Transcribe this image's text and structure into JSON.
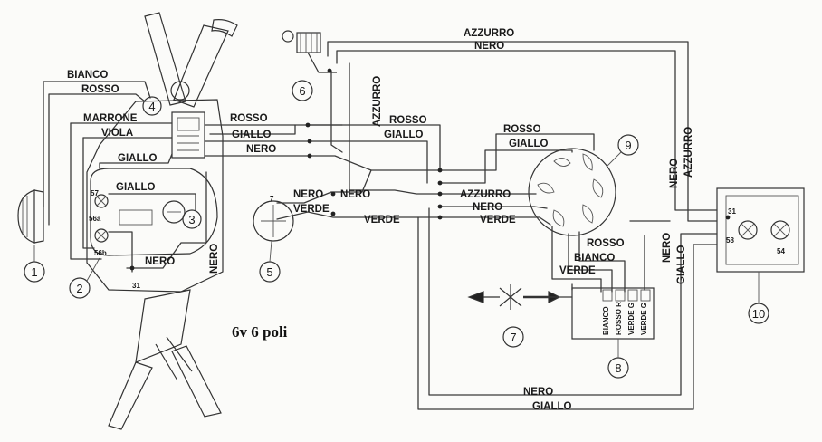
{
  "diagram": {
    "title": "6v 6 poli",
    "wire_labels": {
      "bianco": "BIANCO",
      "rosso": "ROSSO",
      "marrone": "MARRONE",
      "viola": "VIOLA",
      "giallo": "GIALLO",
      "nero": "NERO",
      "verde": "VERDE",
      "azzurro": "AZZURRO"
    },
    "terminals": {
      "t57": "57",
      "t56a": "56a",
      "t56b": "56b",
      "t31": "31",
      "t7": "7",
      "t58": "58",
      "t54": "54"
    },
    "regulator_labels": [
      "BIANCO",
      "ROSSO R",
      "VERDE G",
      "VERDE G"
    ],
    "components": [
      "1",
      "2",
      "3",
      "4",
      "5",
      "6",
      "7",
      "8",
      "9",
      "10"
    ]
  }
}
